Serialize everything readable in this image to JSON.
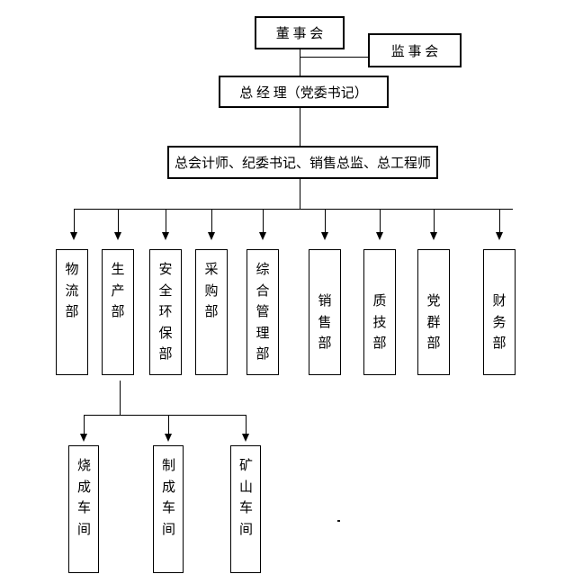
{
  "diagram": {
    "type": "org-chart",
    "background_color": "#ffffff",
    "line_color": "#000000",
    "text_color": "#000000",
    "nodes": {
      "board": {
        "label": "董 事 会"
      },
      "supervisory": {
        "label": "监 事 会"
      },
      "general_manager": {
        "label": "总 经 理（党委书记）"
      },
      "executives": {
        "label": "总会计师、纪委书记、销售总监、总工程师"
      }
    },
    "departments": [
      {
        "label": "物流部"
      },
      {
        "label": "生产部"
      },
      {
        "label": "安全环保部"
      },
      {
        "label": "采购部"
      },
      {
        "label": "综合管理部"
      },
      {
        "label": "销售部"
      },
      {
        "label": "质技部"
      },
      {
        "label": "党群部"
      },
      {
        "label": "财务部"
      }
    ],
    "workshops": {
      "parent": "生产部",
      "items": [
        {
          "label": "烧成车间"
        },
        {
          "label": "制成车间"
        },
        {
          "label": "矿山车间"
        }
      ]
    },
    "stray_mark": "."
  }
}
